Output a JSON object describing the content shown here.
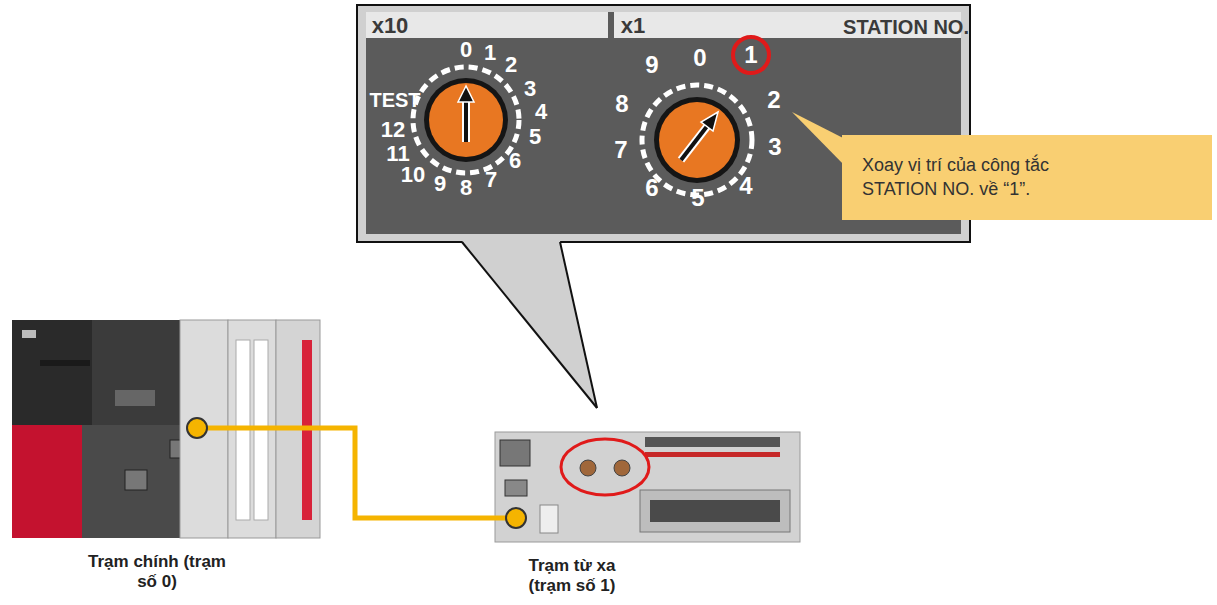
{
  "diagram": {
    "nodes": [
      {
        "text": [
          "Trạm chính (trạm số 0)"
        ]
      },
      {
        "text": [
          "Trạm từ xa (trạm số 1)"
        ]
      },
      {
        "text": [
          "Xoay vị trí của công tắc STATION NO. về “1”."
        ]
      }
    ],
    "edges": [
      {
        "from": 0,
        "to": 1,
        "arrow": "none"
      }
    ],
    "labels": [
      "x10",
      "x1",
      "STATION NO.",
      "0",
      "1",
      "2",
      "3",
      "4",
      "5",
      "6",
      "7",
      "8",
      "9",
      "10",
      "11",
      "12",
      "TEST",
      "0",
      "1",
      "2",
      "3",
      "4",
      "5",
      "6",
      "7",
      "8",
      "9"
    ]
  }
}
